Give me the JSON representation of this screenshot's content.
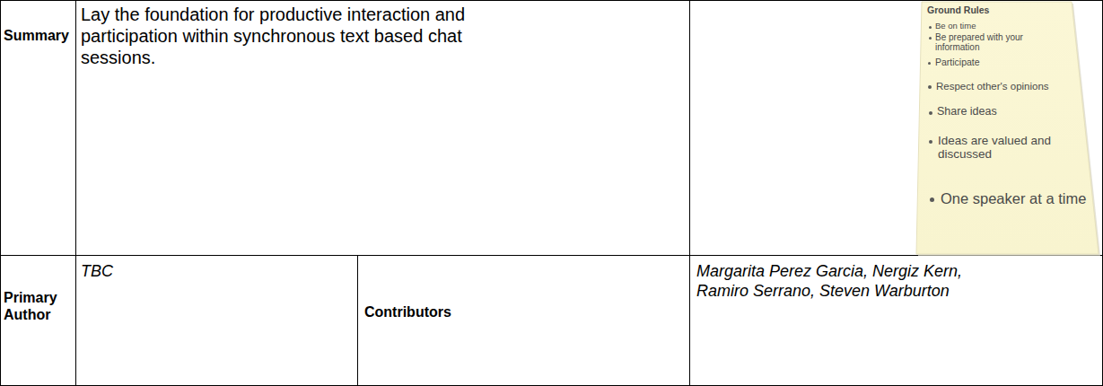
{
  "diagram": {
    "nodes": [
      {
        "text": [
          "Ground Rules",
          "Be on time",
          "Be prepared with your information",
          "Participate",
          "Respect other's opinions",
          "Share ideas",
          "Ideas are valued and discussed",
          "One speaker at a time"
        ]
      }
    ],
    "labels": [
      "Summary",
      "Lay the foundation for productive interaction and participation within synchronous text based chat sessions.",
      "Primary Author",
      "TBC",
      "Contributors",
      "Margarita Perez Garcia, Nergiz Kern, Ramiro Serrano, Steven Warburton"
    ]
  }
}
